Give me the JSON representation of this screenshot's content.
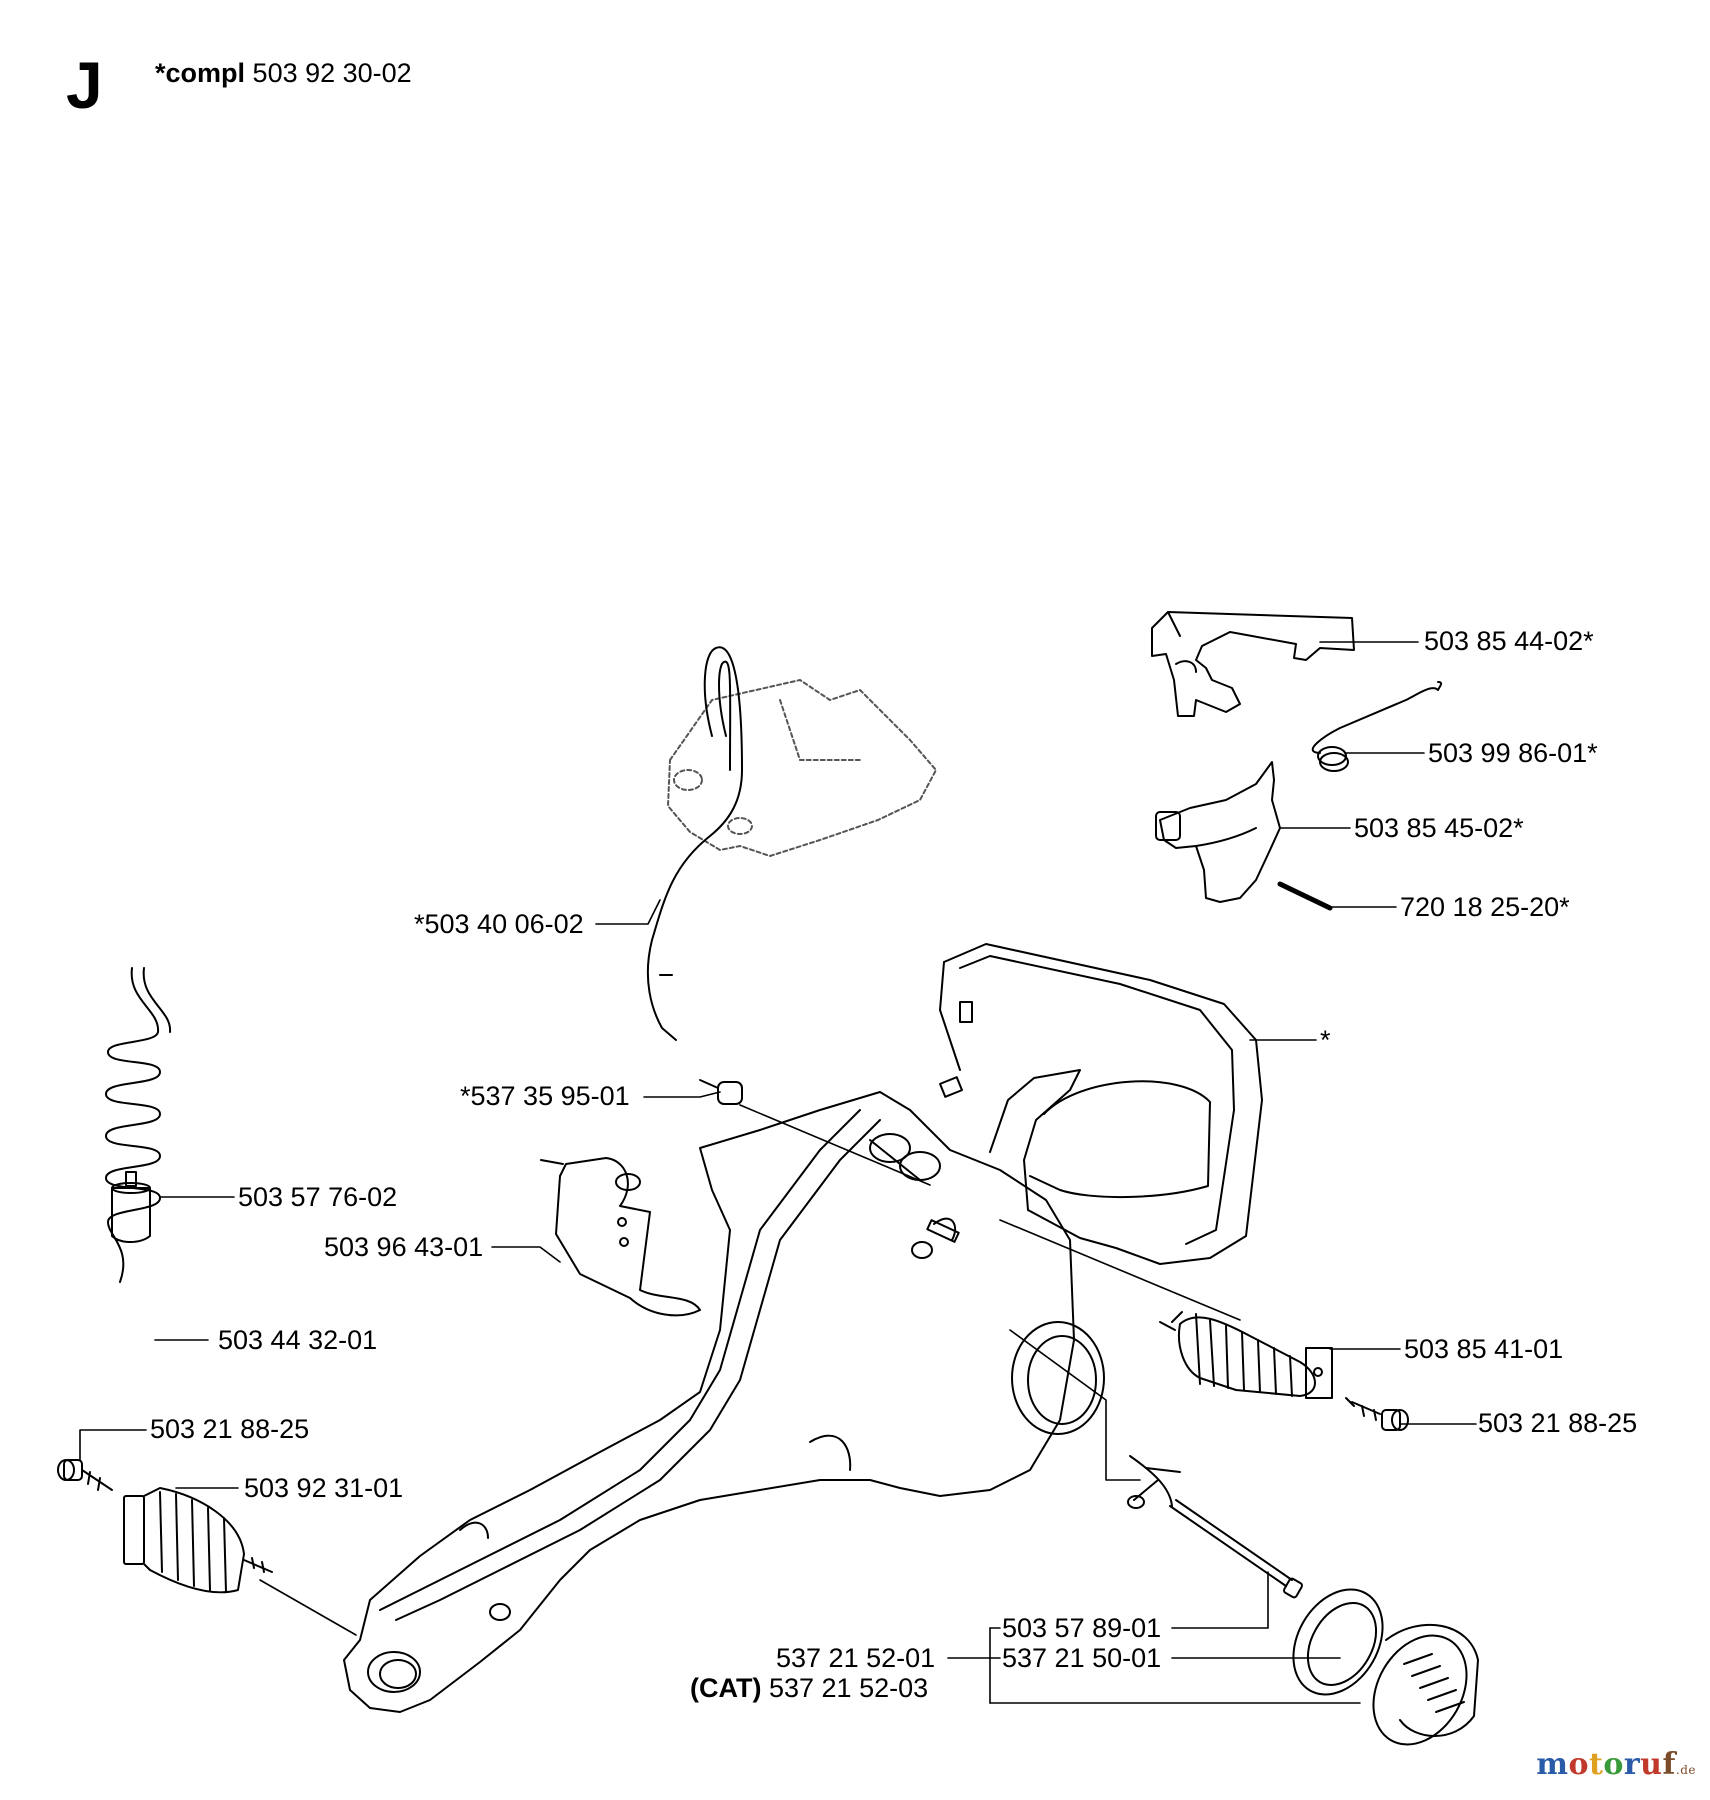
{
  "header": {
    "section_letter": "J",
    "compl_prefix": "*compl",
    "compl_number": "503 92 30-02"
  },
  "parts": [
    {
      "id": "p1",
      "text": "503 85 44-02*"
    },
    {
      "id": "p2",
      "text": "503 99 86-01*"
    },
    {
      "id": "p3",
      "text": "503 85 45-02*"
    },
    {
      "id": "p4",
      "text": "720 18 25-20*"
    },
    {
      "id": "p5",
      "text": "*503 40 06-02"
    },
    {
      "id": "p6",
      "text": "*"
    },
    {
      "id": "p7",
      "text": "*537 35 95-01"
    },
    {
      "id": "p8",
      "text": "503 57 76-02"
    },
    {
      "id": "p9",
      "text": "503 96 43-01"
    },
    {
      "id": "p10",
      "text": "503 44 32-01"
    },
    {
      "id": "p11",
      "text": "503 85 41-01"
    },
    {
      "id": "p12",
      "text": "503 21 88-25"
    },
    {
      "id": "p13",
      "text": "503 21 88-25"
    },
    {
      "id": "p14",
      "text": "503 92 31-01"
    },
    {
      "id": "p15",
      "text": "503 57 89-01"
    },
    {
      "id": "p16",
      "text": "537 21 50-01"
    },
    {
      "id": "p17",
      "text": "537 21 52-01"
    },
    {
      "id": "p18_prefix",
      "text": "(CAT)"
    },
    {
      "id": "p18",
      "text": "537 21 52-03"
    }
  ],
  "watermark": {
    "brand": "motoruf",
    "suffix": ".de",
    "letter_colors": [
      "#2a5ba8",
      "#c0392b",
      "#e0a020",
      "#3a9a3a",
      "#2a5ba8",
      "#c0392b",
      "#7a4b2a"
    ]
  }
}
